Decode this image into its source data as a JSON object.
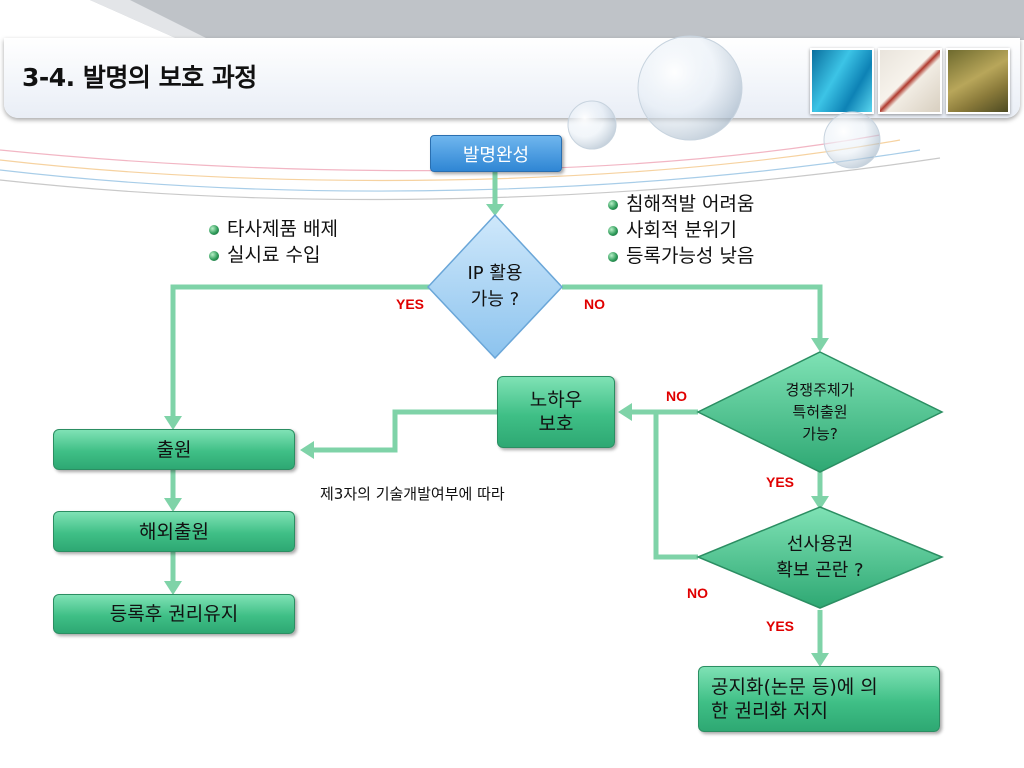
{
  "slide": {
    "title": "3-4. 발명의 보호 과정"
  },
  "flow": {
    "start": "발명완성",
    "decision_ip": [
      "IP 활용",
      "가능 ?"
    ],
    "decision_competitor": [
      "경쟁주체가",
      "특허출원",
      "가능?"
    ],
    "decision_prior_use": [
      "선사용권",
      "확보 곤란 ?"
    ],
    "knowhow": [
      "노하우",
      "보호"
    ],
    "application": "출원",
    "foreign_application": "해외출원",
    "registration": "등록후 권리유지",
    "publication": [
      "공지화(논문 등)에 의",
      "한 권리화 저지"
    ],
    "labels": {
      "yes_ip": "YES",
      "no_ip": "NO",
      "no_competitor": "NO",
      "yes_competitor": "YES",
      "no_prior_use": "NO",
      "yes_prior_use": "YES"
    },
    "yes_reasons": [
      "타사제품 배제",
      "실시료 수입"
    ],
    "no_reasons": [
      "침해적발 어려움",
      "사회적 분위기",
      "등록가능성 낮음"
    ],
    "note": "제3자의 기술개발여부에 따라"
  },
  "colors": {
    "box_green": "#3fbf86",
    "start_blue": "#2f86d4",
    "decision_blue": "#a8d2f5",
    "decision_green": "#3fbf86",
    "connector": "#7fd3a8",
    "yes_no_red": "#e00000"
  }
}
